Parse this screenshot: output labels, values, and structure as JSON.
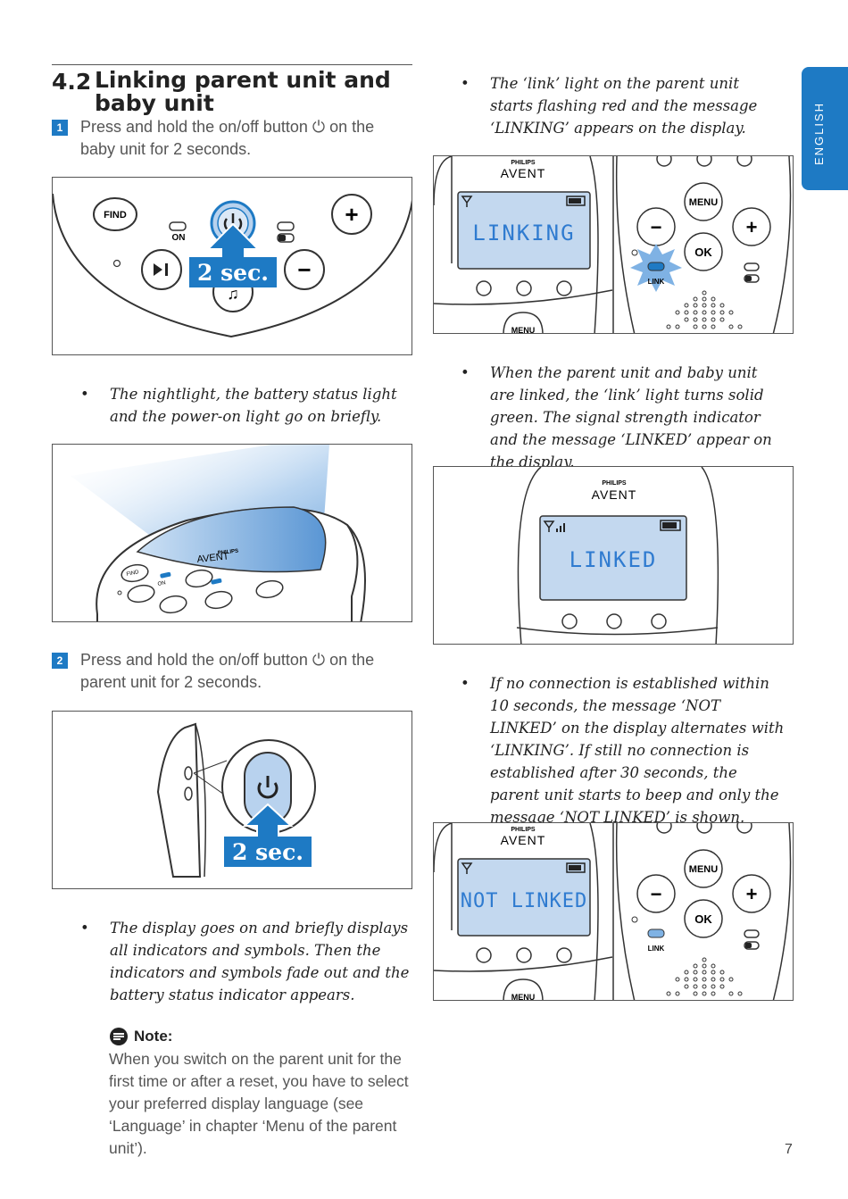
{
  "section": {
    "number": "4.2",
    "title": "Linking parent unit and baby unit"
  },
  "steps": [
    {
      "number": "1",
      "text": "Press and hold the on/off button ⏻ on the baby unit for 2 seconds."
    },
    {
      "number": "2",
      "text": "Press and hold the on/off button ⏻ on the parent unit for 2 seconds."
    }
  ],
  "bullets": {
    "b1": "The nightlight, the battery status light and the power-on light go on briefly.",
    "b2": "The display goes on and briefly displays all indicators and symbols. Then the indicators and symbols fade out and the battery status indicator appears.",
    "b3": "The ‘link’ light on the parent unit starts flashing red and the message ‘LINKING’ appears on the display.",
    "b4": "When the parent unit and baby unit are linked, the ‘link’ light turns solid green. The signal strength indicator and the message ‘LINKED’ appear on the display.",
    "b5": "If no connection is established within 10 seconds, the message ‘NOT LINKED’ on the display alternates with ‘LINKING’. If still no connection is established after 30 seconds, the parent unit starts to beep and only the message ‘NOT LINKED’ is shown."
  },
  "note": {
    "label": "Note:",
    "text": "When you switch on the parent unit for the first time or after a reset, you have to select your preferred display language (see ‘Language’ in chapter ‘Menu of the parent unit’)."
  },
  "figures": {
    "baby_unit": {
      "find": "FIND",
      "on": "ON",
      "duration": "2 sec.",
      "plus": "+",
      "minus": "−"
    },
    "nightlight": {
      "brand_top": "PHILIPS",
      "brand": "AVENT",
      "find": "FIND",
      "on": "ON"
    },
    "parent_side": {
      "duration": "2 sec."
    },
    "linking": {
      "brand_top": "PHILIPS",
      "brand": "AVENT",
      "display": "LINKING",
      "menu": "MENU",
      "ok": "OK",
      "link": "LINK"
    },
    "linked": {
      "brand_top": "PHILIPS",
      "brand": "AVENT",
      "display": "LINKED"
    },
    "not_linked": {
      "brand_top": "PHILIPS",
      "brand": "AVENT",
      "display": "NOT LINKED",
      "menu": "MENU",
      "ok": "OK",
      "link": "LINK"
    }
  },
  "side_tab": "ENGLISH",
  "page_number": "7",
  "colors": {
    "accent": "#1e7ac4",
    "lcd": "#c3d8ef",
    "lcd_text": "#2f7bd0"
  }
}
